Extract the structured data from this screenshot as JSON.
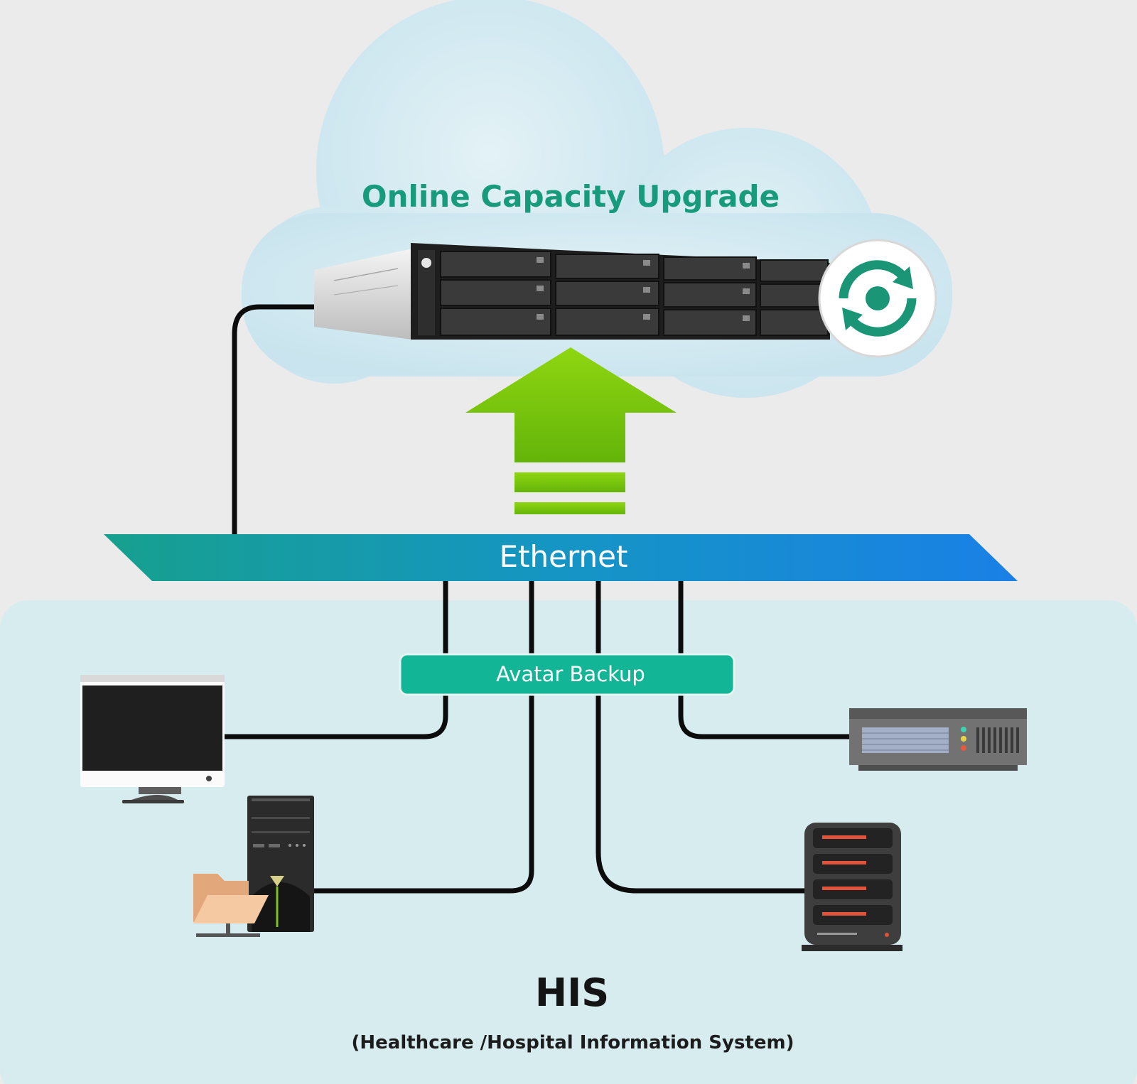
{
  "diagram": {
    "cloud_title": "Online Capacity Upgrade",
    "network_label": "Ethernet",
    "backup_label": "Avatar Backup",
    "system_title": "HIS",
    "system_subtitle": "(Healthcare /Hospital Information System)",
    "nodes": [
      {
        "name": "nas-rack-server",
        "icon": "rack-nas-icon"
      },
      {
        "name": "sync-badge",
        "icon": "sync-icon"
      },
      {
        "name": "upload-arrow",
        "icon": "up-arrow-icon"
      },
      {
        "name": "desktop-computer",
        "icon": "monitor-icon"
      },
      {
        "name": "file-server-pc",
        "icon": "tower-pc-icon"
      },
      {
        "name": "shared-folder",
        "icon": "network-folder-icon"
      },
      {
        "name": "rack-switch",
        "icon": "rack-switch-icon"
      },
      {
        "name": "storage-server",
        "icon": "server-stack-icon"
      }
    ],
    "colors": {
      "background": "#ebebeb",
      "cloud": "#cfe7ef",
      "his_panel": "#d7ecef",
      "title_green": "#179b7c",
      "ethernet_start": "#16a08e",
      "ethernet_end": "#1a80e6",
      "avatar_backup": "#12b596",
      "arrow_green": "#7ac70e"
    }
  }
}
